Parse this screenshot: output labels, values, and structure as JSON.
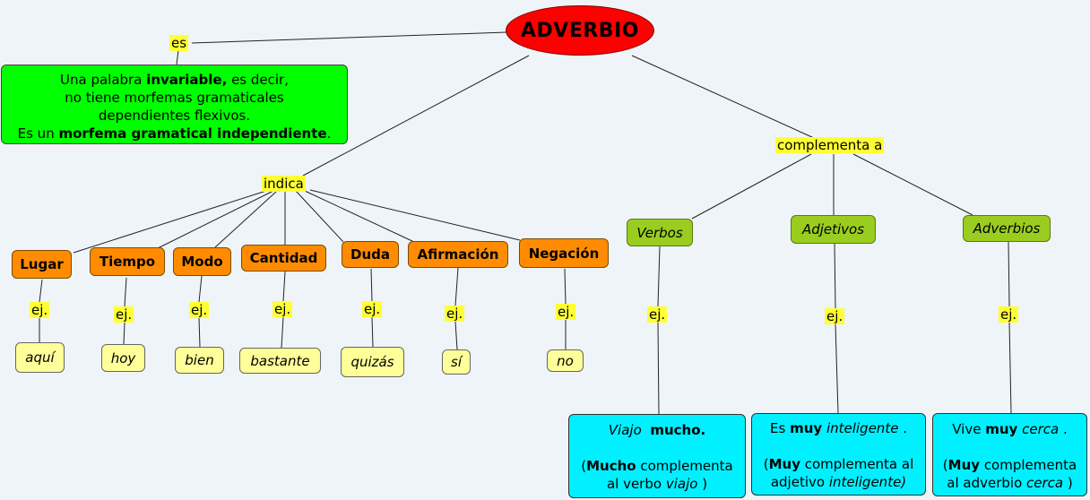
{
  "root": {
    "title": "ADVERBIO"
  },
  "phrases": {
    "es": "es",
    "indica": "indica",
    "complementa": "complementa a",
    "ej": "ej."
  },
  "definition": {
    "l1_pre": "Una palabra ",
    "l1_bold": "invariable,",
    "l1_post": " es decir,",
    "l2": "no tiene morfemas gramaticales",
    "l3": "dependientes flexivos.",
    "l4_pre": "Es un ",
    "l4_bold": "morfema gramatical independiente",
    "l4_post": "."
  },
  "categories": [
    {
      "label": "Lugar",
      "example": "aquí"
    },
    {
      "label": "Tiempo",
      "example": "hoy"
    },
    {
      "label": "Modo",
      "example": "bien"
    },
    {
      "label": "Cantidad",
      "example": "bastante"
    },
    {
      "label": "Duda",
      "example": "quizás"
    },
    {
      "label": "Afirmación",
      "example": "sí"
    },
    {
      "label": "Negación",
      "example": "no"
    }
  ],
  "complements": [
    {
      "label": "Verbos"
    },
    {
      "label": "Adjetivos"
    },
    {
      "label": "Adverbios"
    }
  ],
  "complement_examples": {
    "verbos": {
      "s_it": "Viajo",
      "s_bold": "mucho.",
      "e_open": "(",
      "e_bold": "Mucho",
      "e_mid": " complementa",
      "e_l2_pre": "al verbo ",
      "e_l2_it": "viajo",
      "e_l2_post": " )"
    },
    "adjetivos": {
      "s_pre": "Es ",
      "s_bold": "muy",
      "s_it": "inteligente",
      "s_post": " .",
      "e_open": "(",
      "e_bold": "Muy",
      "e_mid": " complementa al",
      "e_l2_pre": "adjetivo ",
      "e_l2_it": "inteligente)"
    },
    "adverbios": {
      "s_pre": "Vive ",
      "s_bold": "muy",
      "s_it": "cerca",
      "s_post": " .",
      "e_open": "(",
      "e_bold": "Muy",
      "e_mid": " complementa",
      "e_l2_pre": "al adverbio ",
      "e_l2_it": "cerca",
      "e_l2_post": " )"
    }
  },
  "colors": {
    "root": "#ff0000",
    "phrase": "#ffff33",
    "definition": "#00ff00",
    "category": "#ff8c00",
    "example": "#ffff99",
    "complement": "#9acd1f",
    "complement_example": "#00f0ff"
  }
}
